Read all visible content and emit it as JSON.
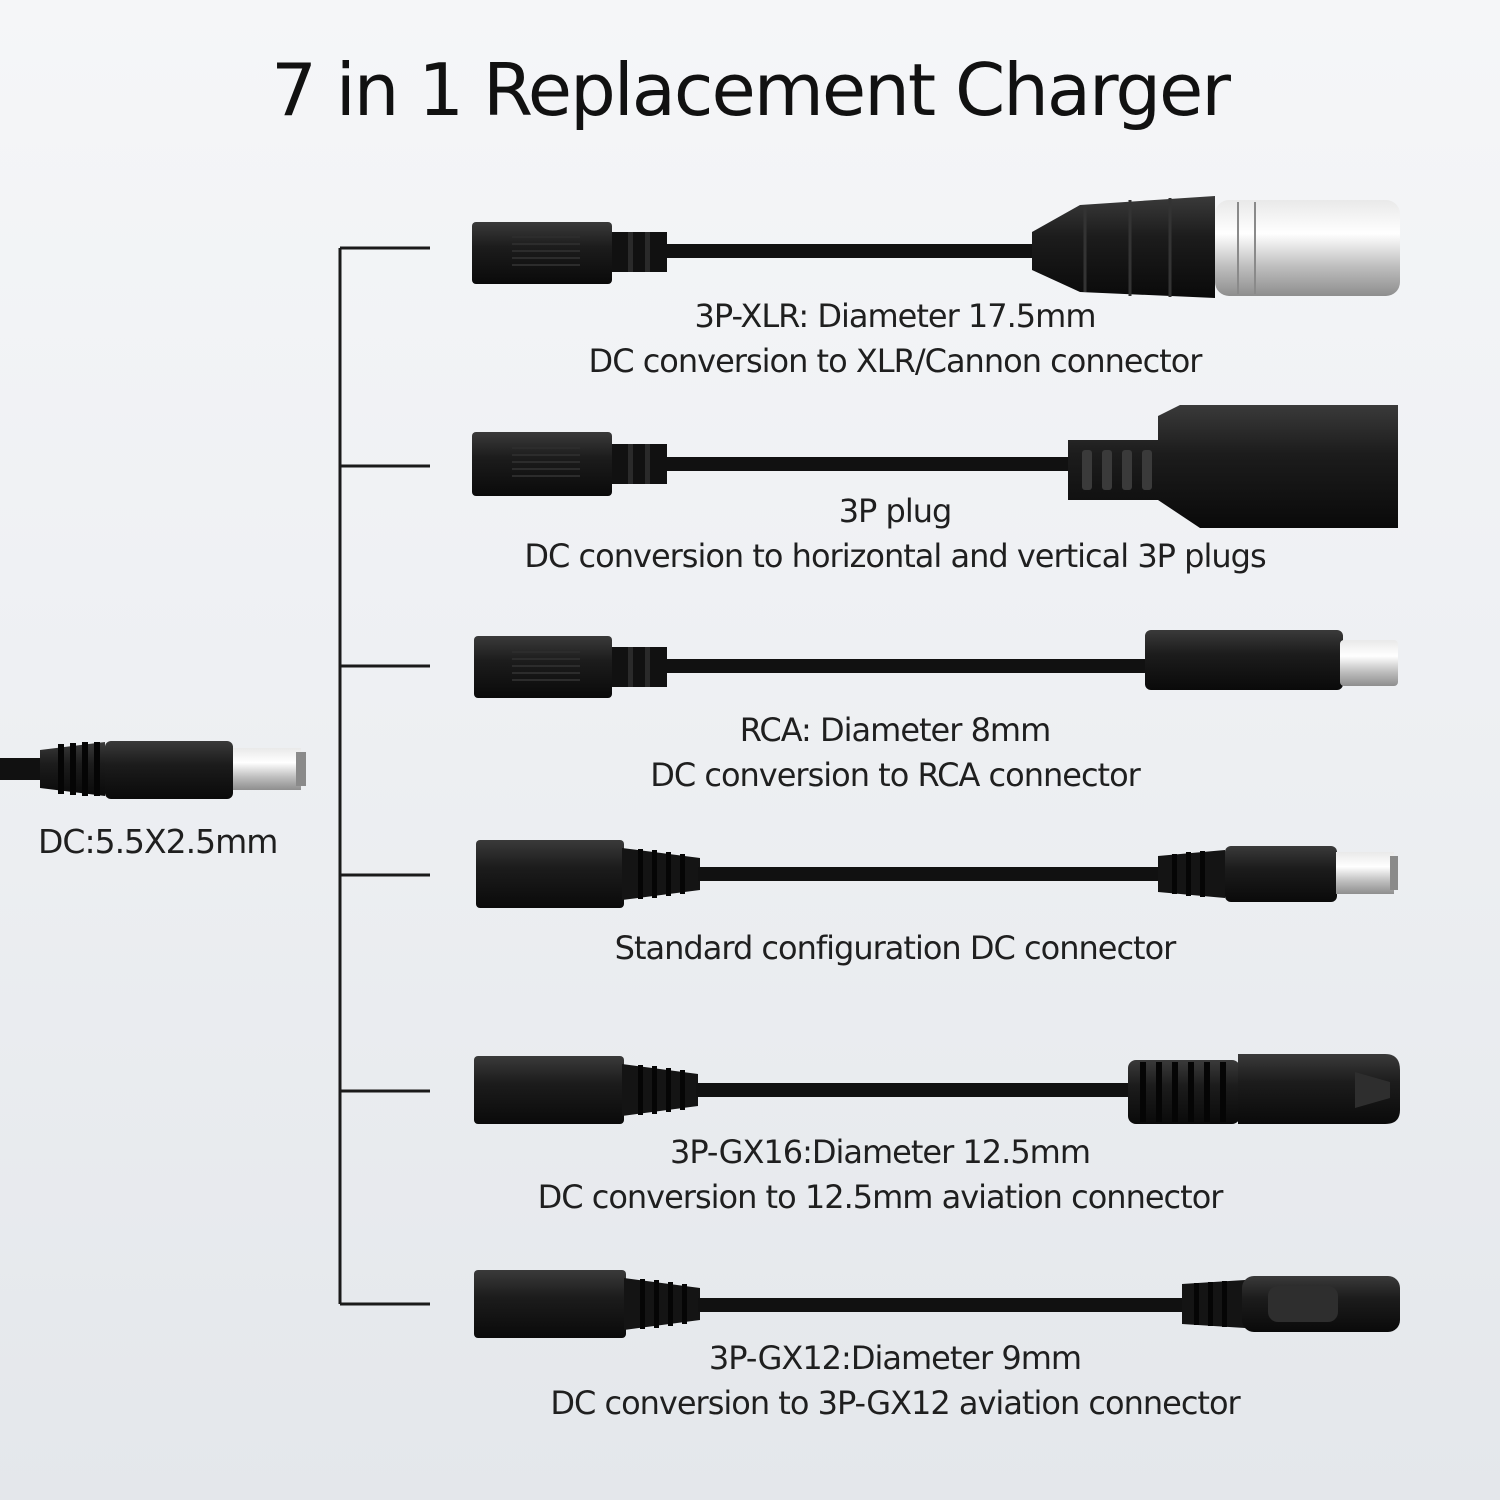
{
  "title": "7 in 1 Replacement Charger",
  "input_connector": {
    "label": "DC:5.5X2.5mm",
    "icon": "dc-barrel-plug-icon"
  },
  "adapters": [
    {
      "icon": "xlr-connector-icon",
      "line1": "3P-XLR: Diameter 17.5mm",
      "line2": "DC conversion to XLR/Cannon connector"
    },
    {
      "icon": "3p-plug-icon",
      "line1": "3P plug",
      "line2": "DC conversion to horizontal and vertical 3P plugs"
    },
    {
      "icon": "rca-connector-icon",
      "line1": "RCA: Diameter 8mm",
      "line2": "DC conversion to RCA connector"
    },
    {
      "icon": "dc-connector-icon",
      "line1": "Standard configuration DC connector",
      "line2": ""
    },
    {
      "icon": "gx16-connector-icon",
      "line1": "3P-GX16:Diameter 12.5mm",
      "line2": "DC conversion to 12.5mm aviation connector"
    },
    {
      "icon": "gx12-connector-icon",
      "line1": "3P-GX12:Diameter 9mm",
      "line2": "DC conversion to 3P-GX12 aviation connector"
    }
  ]
}
